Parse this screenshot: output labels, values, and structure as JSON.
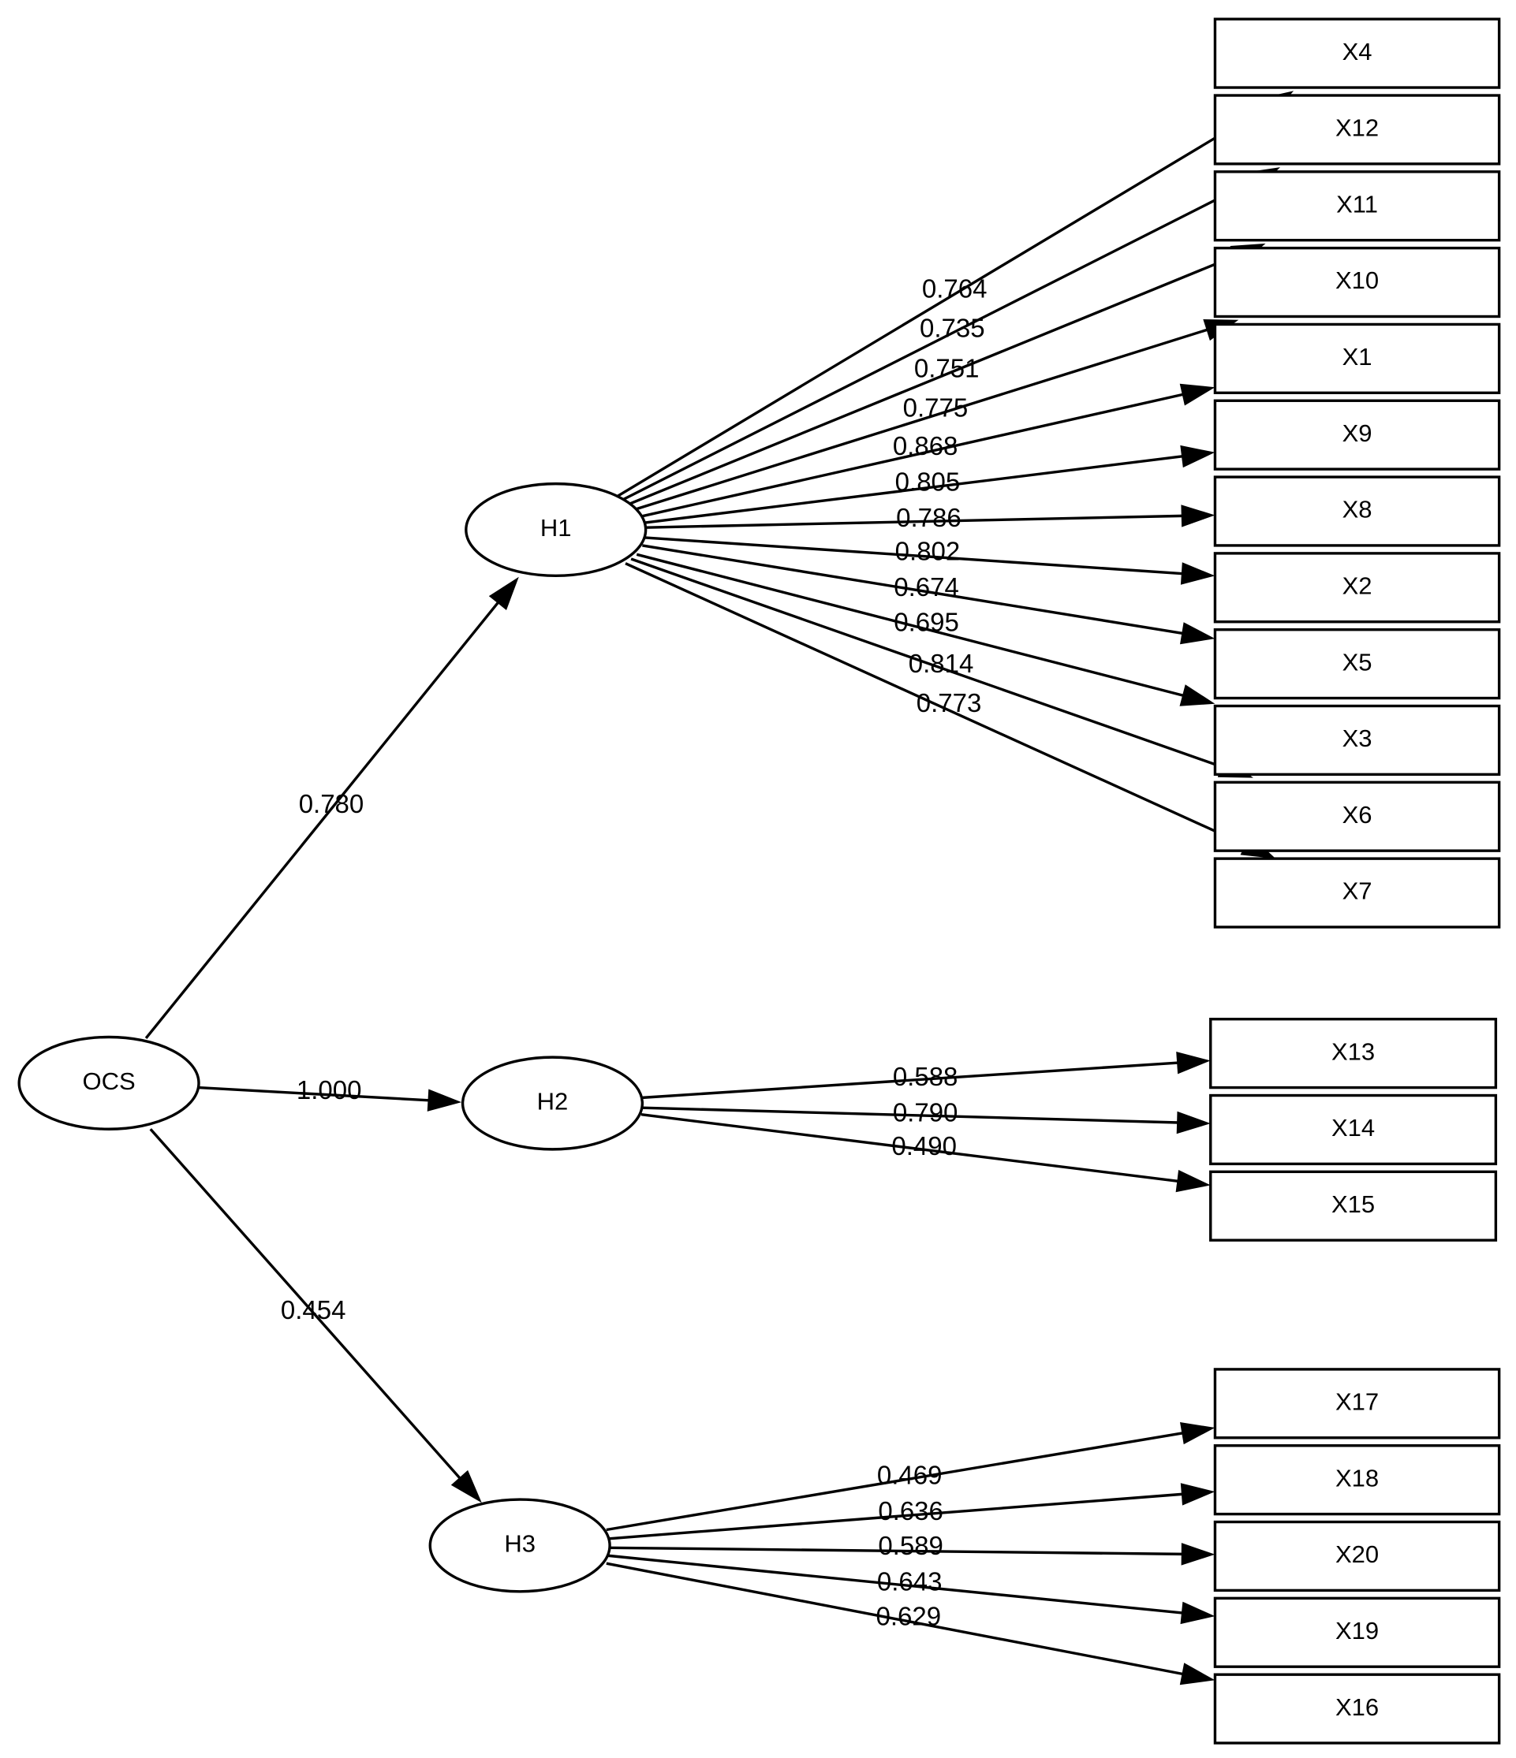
{
  "diagram": {
    "type": "path-diagram",
    "latent_nodes": [
      {
        "id": "OCS",
        "label": "OCS"
      },
      {
        "id": "H1",
        "label": "H1"
      },
      {
        "id": "H2",
        "label": "H2"
      },
      {
        "id": "H3",
        "label": "H3"
      }
    ],
    "indicator_nodes": [
      {
        "id": "X4",
        "label": "X4",
        "group": "H1"
      },
      {
        "id": "X12",
        "label": "X12",
        "group": "H1"
      },
      {
        "id": "X11",
        "label": "X11",
        "group": "H1"
      },
      {
        "id": "X10",
        "label": "X10",
        "group": "H1"
      },
      {
        "id": "X1",
        "label": "X1",
        "group": "H1"
      },
      {
        "id": "X9",
        "label": "X9",
        "group": "H1"
      },
      {
        "id": "X8",
        "label": "X8",
        "group": "H1"
      },
      {
        "id": "X2",
        "label": "X2",
        "group": "H1"
      },
      {
        "id": "X5",
        "label": "X5",
        "group": "H1"
      },
      {
        "id": "X3",
        "label": "X3",
        "group": "H1"
      },
      {
        "id": "X6",
        "label": "X6",
        "group": "H1"
      },
      {
        "id": "X7",
        "label": "X7",
        "group": "H1"
      },
      {
        "id": "X13",
        "label": "X13",
        "group": "H2"
      },
      {
        "id": "X14",
        "label": "X14",
        "group": "H2"
      },
      {
        "id": "X15",
        "label": "X15",
        "group": "H2"
      },
      {
        "id": "X17",
        "label": "X17",
        "group": "H3"
      },
      {
        "id": "X18",
        "label": "X18",
        "group": "H3"
      },
      {
        "id": "X20",
        "label": "X20",
        "group": "H3"
      },
      {
        "id": "X19",
        "label": "X19",
        "group": "H3"
      },
      {
        "id": "X16",
        "label": "X16",
        "group": "H3"
      }
    ],
    "edges": [
      {
        "from": "OCS",
        "to": "H1",
        "label": "0.780"
      },
      {
        "from": "OCS",
        "to": "H2",
        "label": "1.000"
      },
      {
        "from": "OCS",
        "to": "H3",
        "label": "0.454"
      },
      {
        "from": "H1",
        "to": "X4",
        "label": "0.764"
      },
      {
        "from": "H1",
        "to": "X12",
        "label": "0.735"
      },
      {
        "from": "H1",
        "to": "X11",
        "label": "0.751"
      },
      {
        "from": "H1",
        "to": "X10",
        "label": "0.775"
      },
      {
        "from": "H1",
        "to": "X1",
        "label": "0.868"
      },
      {
        "from": "H1",
        "to": "X9",
        "label": "0.805"
      },
      {
        "from": "H1",
        "to": "X8",
        "label": "0.786"
      },
      {
        "from": "H1",
        "to": "X2",
        "label": "0.802"
      },
      {
        "from": "H1",
        "to": "X5",
        "label": "0.674"
      },
      {
        "from": "H1",
        "to": "X3",
        "label": "0.695"
      },
      {
        "from": "H1",
        "to": "X6",
        "label": "0.814"
      },
      {
        "from": "H1",
        "to": "X7",
        "label": "0.773"
      },
      {
        "from": "H2",
        "to": "X13",
        "label": "0.588"
      },
      {
        "from": "H2",
        "to": "X14",
        "label": "0.790"
      },
      {
        "from": "H2",
        "to": "X15",
        "label": "0.490"
      },
      {
        "from": "H3",
        "to": "X17",
        "label": "0.469"
      },
      {
        "from": "H3",
        "to": "X18",
        "label": "0.636"
      },
      {
        "from": "H3",
        "to": "X20",
        "label": "0.589"
      },
      {
        "from": "H3",
        "to": "X19",
        "label": "0.643"
      },
      {
        "from": "H3",
        "to": "X16",
        "label": "0.629"
      }
    ]
  }
}
